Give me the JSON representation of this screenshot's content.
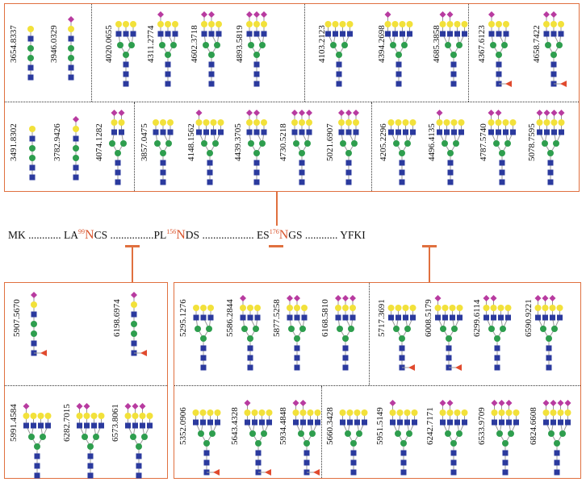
{
  "colors": {
    "box_border": "#e0703f",
    "hexnac": "#2b3a9e",
    "mannose": "#2e9e4e",
    "galactose": "#f2e13a",
    "sialic_acid": "#b83ba0",
    "fucose": "#e04a2e",
    "highlight_residue": "#d9532b"
  },
  "sequence": {
    "start": "MK",
    "site1_prefix": "LA",
    "site1_num": "99",
    "site1_residue": "N",
    "site1_suffix": "CS",
    "site2_prefix": "PL",
    "site2_num": "156",
    "site2_residue": "N",
    "site2_suffix": "DS",
    "site3_prefix": "ES",
    "site3_num": "176",
    "site3_residue": "N",
    "site3_suffix": "GS",
    "end": "YFKI",
    "dots1": "............",
    "dots2": "................",
    "dots3": "...................",
    "dots4": "............"
  },
  "top_box": {
    "row1": [
      "3654.8337",
      "3946.0329",
      "4020.0655",
      "4311.2774",
      "4602.3718",
      "4893.5819",
      "4103.2123",
      "4394.2698",
      "4685.3858",
      "4367.6123",
      "4658.7422"
    ],
    "row2": [
      "3491.8302",
      "3782.9426",
      "4074.1282",
      "3857.0475",
      "4148.1562",
      "4439.3705",
      "4730.5218",
      "5021.6907",
      "4205.2296",
      "4496.4135",
      "4787.5740",
      "5078.7595"
    ]
  },
  "bottom_left_box": {
    "row1": [
      "5907.5670",
      "6198.6974"
    ],
    "row2": [
      "5991.4584",
      "6282.7015",
      "6573.8061"
    ]
  },
  "bottom_right_box": {
    "row1": [
      "5295.1276",
      "5586.2844",
      "5877.5258",
      "6168.5810",
      "5717.3691",
      "6008.5179",
      "6299.6114",
      "6590.9221"
    ],
    "row2": [
      "5352.0906",
      "5643.4328",
      "5934.4848",
      "5660.3428",
      "5951.5149",
      "6242.7171",
      "6533.9709",
      "6824.6608"
    ]
  }
}
